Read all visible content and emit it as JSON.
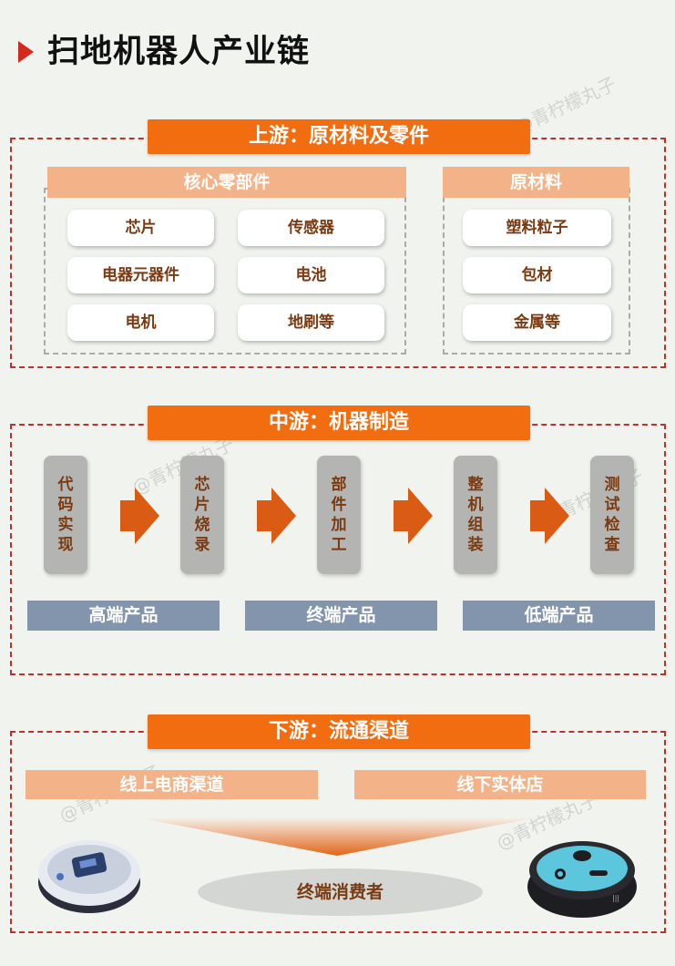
{
  "title": "扫地机器人产业链",
  "watermark": "@青柠檬丸子",
  "upstream": {
    "banner": "上游：原材料及零件",
    "core": {
      "heading": "核心零部件",
      "items": [
        "芯片",
        "传感器",
        "电器元器件",
        "电池",
        "电机",
        "地刷等"
      ]
    },
    "raw": {
      "heading": "原材料",
      "items": [
        "塑料粒子",
        "包材",
        "金属等"
      ]
    }
  },
  "midstream": {
    "banner": "中游：机器制造",
    "steps": [
      "代码实现",
      "芯片烧录",
      "部件加工",
      "整机组装",
      "测试检查"
    ],
    "tiers": [
      "高端产品",
      "终端产品",
      "低端产品"
    ]
  },
  "downstream": {
    "banner": "下游：流通渠道",
    "channels": [
      "线上电商渠道",
      "线下实体店"
    ],
    "consumer": "终端消费者"
  },
  "colors": {
    "banner": "#f26d0f",
    "subhead": "#f3b287",
    "tier": "#8395ad",
    "border": "#c0312a",
    "text": "#7a3a12"
  }
}
